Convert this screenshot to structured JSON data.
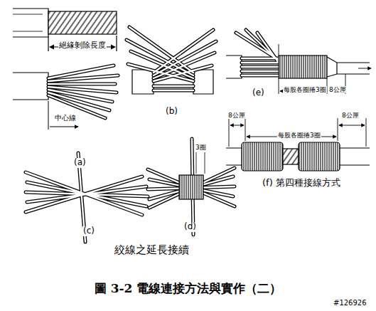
{
  "diagram": {
    "caption": "圖 3-2 電線連接方法與實作（二）",
    "labels": [
      "絕緣剝除長度",
      "中心線",
      "(a)",
      "(b)",
      "(c)",
      "(d)",
      "3圈",
      "(e)",
      "每股各圈捲3圈",
      "8公厘",
      "8公厘",
      "每股各圈捲3圈",
      "8公厘",
      "(f) 第四種接線方式",
      "絞線之延長接續",
      "#126926"
    ]
  }
}
